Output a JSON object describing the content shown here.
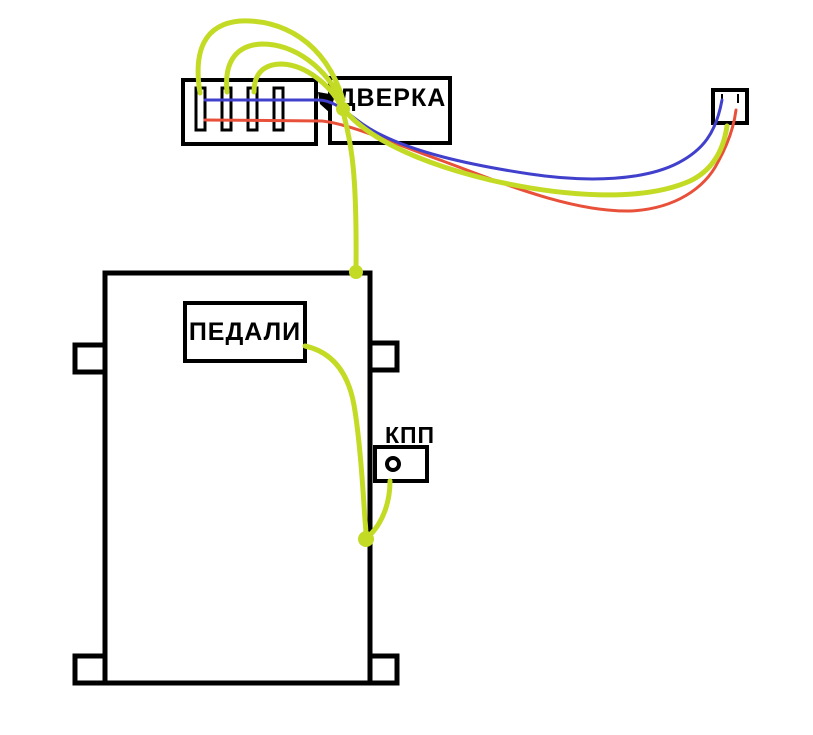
{
  "diagram": {
    "labels": {
      "door": "ДВЕРКА",
      "pedals": "ПЕДАЛИ",
      "gearbox": "КПП"
    },
    "colors": {
      "wire_green": "#c3db25",
      "wire_blue": "#4040cc",
      "wire_red": "#e8503a",
      "outline": "#000000",
      "background": "#ffffff"
    }
  }
}
